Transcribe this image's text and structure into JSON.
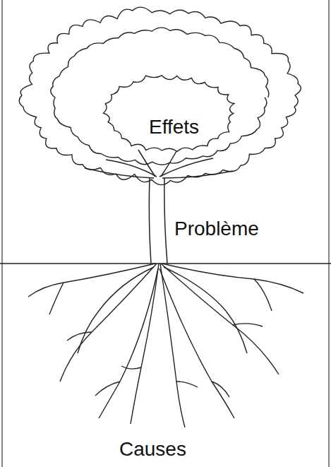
{
  "diagram": {
    "labels": [
      "Effets",
      "Problème",
      "Causes"
    ]
  }
}
